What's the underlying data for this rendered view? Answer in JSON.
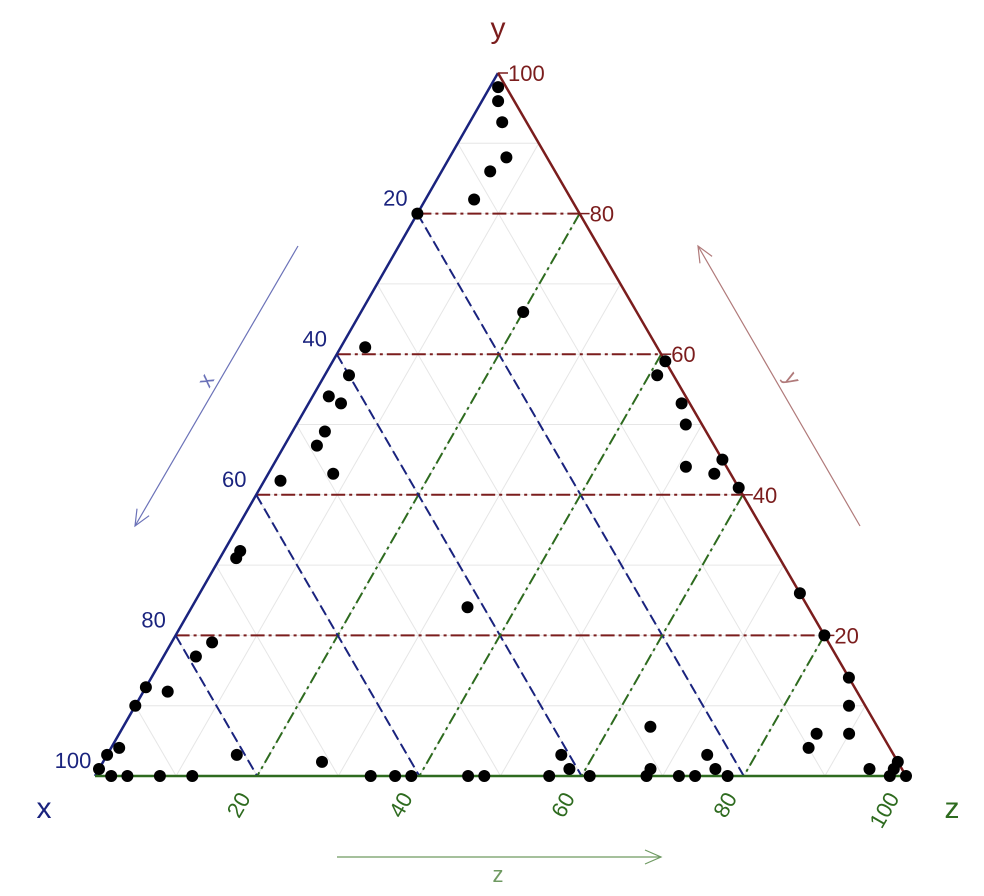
{
  "chart_data": {
    "type": "scatter",
    "subtype": "ternary",
    "vertex_labels": {
      "x": "x",
      "y": "y",
      "z": "z"
    },
    "axis_titles": {
      "x": "x",
      "y": "y",
      "z": "z"
    },
    "ticks": {
      "x": [
        "20",
        "40",
        "60",
        "80",
        "100"
      ],
      "y": [
        "20",
        "40",
        "60",
        "80",
        "100"
      ],
      "z": [
        "20",
        "40",
        "60",
        "80",
        "100"
      ]
    },
    "colors": {
      "x": "#1a237e",
      "y": "#7b1d1d",
      "z": "#2e6b1f",
      "points": "#000000",
      "grid": "#e6e6e6"
    },
    "grid": true,
    "reference_lines_style": "dash-dot",
    "points": [
      {
        "x": 1,
        "y": 98,
        "z": 1
      },
      {
        "x": 2,
        "y": 96,
        "z": 2
      },
      {
        "x": 3,
        "y": 93,
        "z": 4
      },
      {
        "x": 5,
        "y": 88,
        "z": 7
      },
      {
        "x": 8,
        "y": 86,
        "z": 6
      },
      {
        "x": 12,
        "y": 82,
        "z": 6
      },
      {
        "x": 20,
        "y": 80,
        "z": 0
      },
      {
        "x": 36,
        "y": 61,
        "z": 3
      },
      {
        "x": 40,
        "y": 57,
        "z": 3
      },
      {
        "x": 44,
        "y": 54,
        "z": 2
      },
      {
        "x": 43,
        "y": 53,
        "z": 4
      },
      {
        "x": 47,
        "y": 49,
        "z": 4
      },
      {
        "x": 49,
        "y": 47,
        "z": 4
      },
      {
        "x": 49,
        "y": 43,
        "z": 8
      },
      {
        "x": 56,
        "y": 42,
        "z": 2
      },
      {
        "x": 66,
        "y": 32,
        "z": 2
      },
      {
        "x": 67,
        "y": 31,
        "z": 2
      },
      {
        "x": 79,
        "y": 17,
        "z": 4
      },
      {
        "x": 76,
        "y": 19,
        "z": 5
      },
      {
        "x": 90,
        "y": 10,
        "z": 0
      },
      {
        "x": 90,
        "y": 13,
        "z": -3
      },
      {
        "x": 85,
        "y": 12,
        "z": 3
      },
      {
        "x": 95,
        "y": 4,
        "z": 1
      },
      {
        "x": 97,
        "y": 3,
        "z": 0
      },
      {
        "x": 99,
        "y": 1,
        "z": 0
      },
      {
        "x": 98,
        "y": 0,
        "z": 2
      },
      {
        "x": 96,
        "y": 0,
        "z": 4
      },
      {
        "x": 92,
        "y": 0,
        "z": 8
      },
      {
        "x": 88,
        "y": 0,
        "z": 12
      },
      {
        "x": 81,
        "y": 3,
        "z": 16
      },
      {
        "x": 71,
        "y": 2,
        "z": 27
      },
      {
        "x": 66,
        "y": 0,
        "z": 34
      },
      {
        "x": 63,
        "y": 0,
        "z": 37
      },
      {
        "x": 61,
        "y": 0,
        "z": 39
      },
      {
        "x": 54,
        "y": 0,
        "z": 46
      },
      {
        "x": 52,
        "y": 0,
        "z": 48
      },
      {
        "x": 28,
        "y": 7,
        "z": 65
      },
      {
        "x": 39,
        "y": 0,
        "z": 61
      },
      {
        "x": 44,
        "y": 0,
        "z": 56
      },
      {
        "x": 28,
        "y": 0,
        "z": 72
      },
      {
        "x": 26,
        "y": 0,
        "z": 74
      },
      {
        "x": 23,
        "y": 1,
        "z": 76
      },
      {
        "x": 22,
        "y": 0,
        "z": 78
      },
      {
        "x": 41,
        "y": 3,
        "z": 56
      },
      {
        "x": 41,
        "y": 1,
        "z": 58
      },
      {
        "x": 32,
        "y": 0,
        "z": 68
      },
      {
        "x": 31,
        "y": 1,
        "z": 68
      },
      {
        "x": 23,
        "y": 3,
        "z": 74
      },
      {
        "x": 10,
        "y": 4,
        "z": 86
      },
      {
        "x": 8,
        "y": 6,
        "z": 86
      },
      {
        "x": 4,
        "y": 6,
        "z": 90
      },
      {
        "x": 2,
        "y": 10,
        "z": 88
      },
      {
        "x": 0,
        "y": 14,
        "z": 86
      },
      {
        "x": 0,
        "y": 20,
        "z": 80
      },
      {
        "x": 0,
        "y": 26,
        "z": 74
      },
      {
        "x": 4,
        "y": 1,
        "z": 95
      },
      {
        "x": 1,
        "y": 1,
        "z": 98
      },
      {
        "x": 0,
        "y": 2,
        "z": 98
      },
      {
        "x": 0,
        "y": 0,
        "z": 100
      },
      {
        "x": 2,
        "y": 0,
        "z": 98
      },
      {
        "x": 5,
        "y": 44,
        "z": 51
      },
      {
        "x": 0,
        "y": 41,
        "z": 59
      },
      {
        "x": 2,
        "y": 43,
        "z": 55
      },
      {
        "x": 0,
        "y": 45,
        "z": 55
      },
      {
        "x": 2,
        "y": 50,
        "z": 48
      },
      {
        "x": 1,
        "y": 53,
        "z": 46
      },
      {
        "x": 0,
        "y": 59,
        "z": 41
      },
      {
        "x": 2,
        "y": 57,
        "z": 41
      },
      {
        "x": 14,
        "y": 66,
        "z": 20
      },
      {
        "x": 42,
        "y": 24,
        "z": 34
      }
    ]
  }
}
